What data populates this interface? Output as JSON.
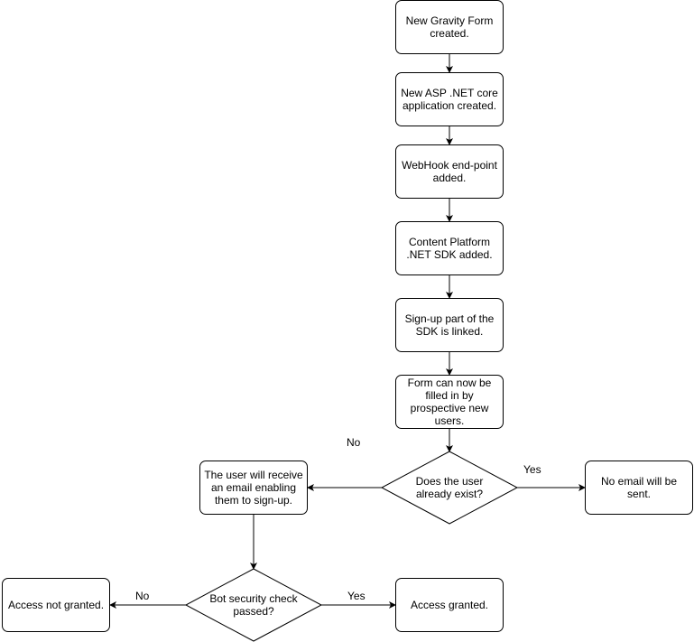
{
  "diagram": {
    "nodes": {
      "gravity_form": "New Gravity Form created.",
      "aspnet_app": "New ASP .NET core application created.",
      "webhook": "WebHook end-point added.",
      "sdk_added": "Content Platform .NET SDK added.",
      "signup_linked": "Sign-up part of the SDK is linked.",
      "form_filled": "Form can now be filled in by prospective new users.",
      "user_email": "The user will receive an email enabling them to sign-up.",
      "no_email": "No email will be sent.",
      "access_denied": "Access not granted.",
      "access_granted": "Access granted."
    },
    "decisions": {
      "user_exists": "Does the user already exist?",
      "bot_check": "Bot security check passed?"
    },
    "edge_labels": {
      "user_exists_no": "No",
      "user_exists_yes": "Yes",
      "bot_check_no": "No",
      "bot_check_yes": "Yes"
    }
  }
}
